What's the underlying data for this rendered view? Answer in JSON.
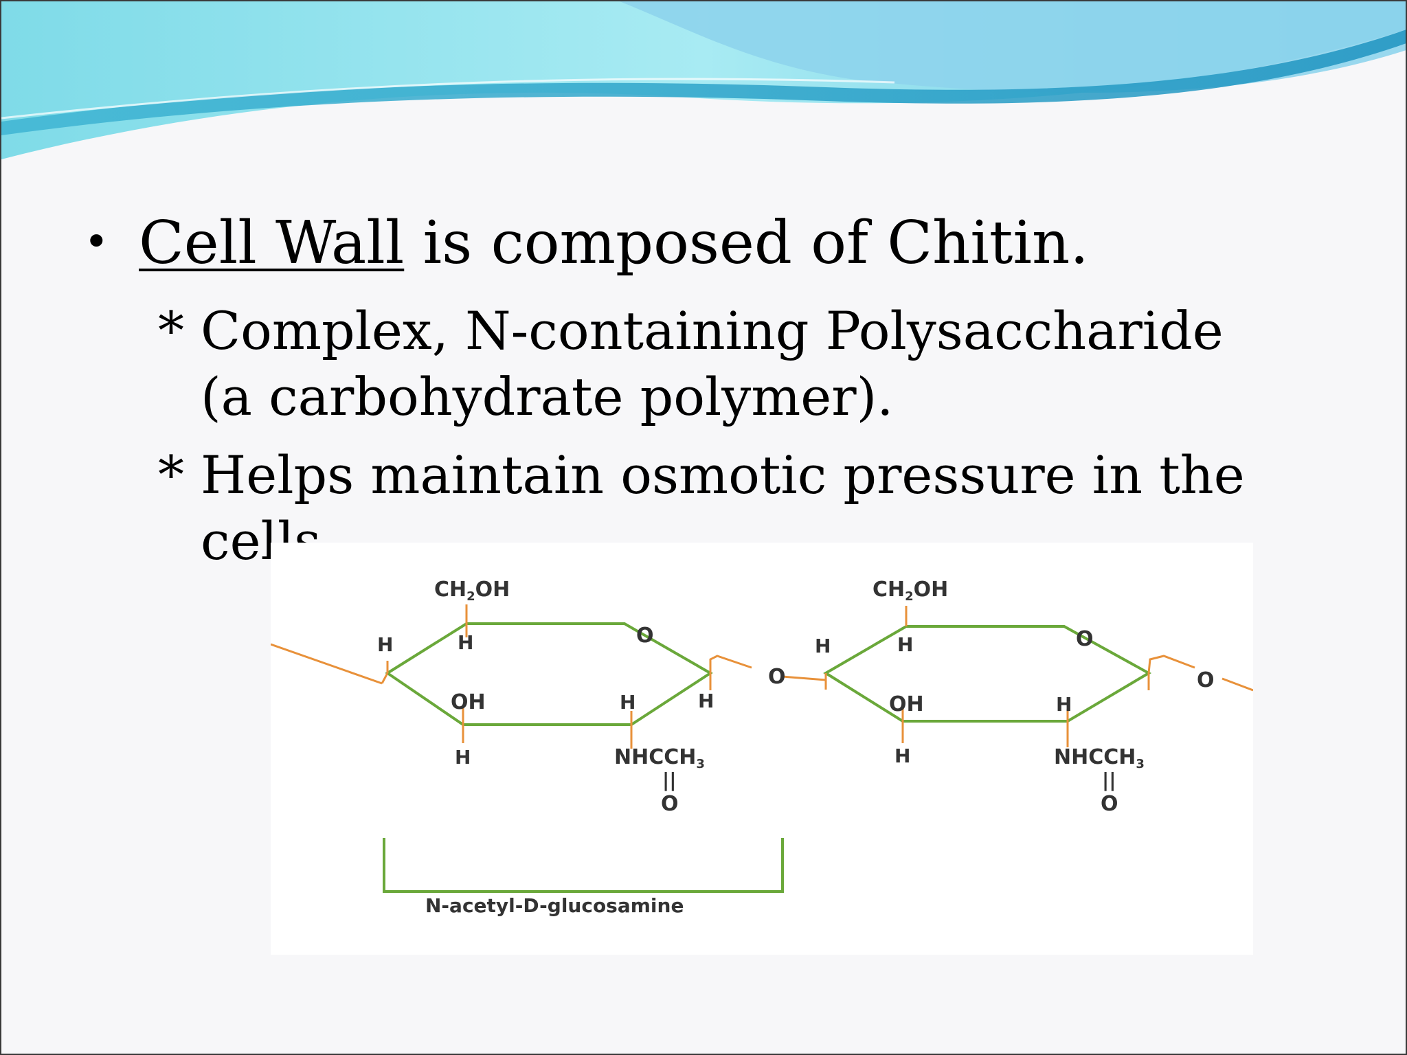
{
  "bullet": {
    "marker": "•",
    "title_underlined": "Cell Wall",
    "title_rest": " is composed of Chitin."
  },
  "sub_items": [
    {
      "marker": "*",
      "text": "Complex, N-containing Polysaccharide (a carbohydrate polymer)."
    },
    {
      "marker": "*",
      "text": "Helps maintain osmotic pressure in the cells."
    }
  ],
  "diagram": {
    "labels": {
      "ch2oh": "CH",
      "ch2oh_sub": "2",
      "ch2oh_tail": "OH",
      "h": "H",
      "o": "O",
      "oh": "OH",
      "nhcch": "NHCCH",
      "nhcch_sub": "3",
      "double_bond": "||",
      "bracket_label": "N-acetyl-D-glucosamine"
    },
    "colors": {
      "ring": "#6aa83a",
      "bond": "#e8913a",
      "text": "#333333"
    }
  },
  "theme": {
    "wave_light": "#8fe0ee",
    "wave_mid": "#5cc6e0",
    "wave_dark": "#2fa3c7"
  }
}
